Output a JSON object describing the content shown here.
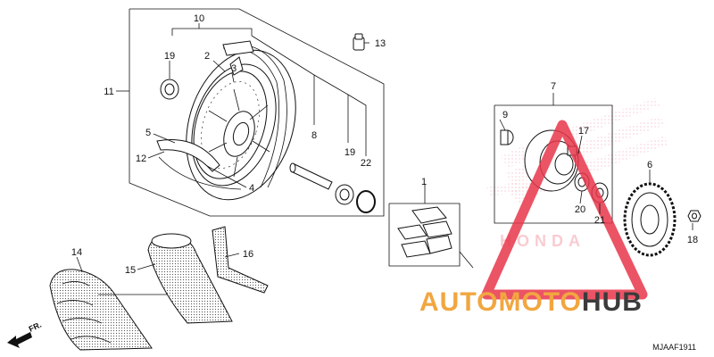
{
  "diagram": {
    "code": "MJAAF1911",
    "direction_label": "FR.",
    "watermark": {
      "part1": "AUTO",
      "part2": "MOTO",
      "part3": "HUB",
      "brand": "HONDA"
    },
    "callouts": [
      "1",
      "2",
      "3",
      "4",
      "5",
      "6",
      "7",
      "8",
      "9",
      "10",
      "11",
      "12",
      "13",
      "14",
      "15",
      "16",
      "17",
      "18",
      "19",
      "19",
      "20",
      "21",
      "22"
    ],
    "colors": {
      "triangle": "#e8364a",
      "orange": "#f2a640",
      "dark": "#3b3b3b",
      "line": "#111111"
    }
  }
}
